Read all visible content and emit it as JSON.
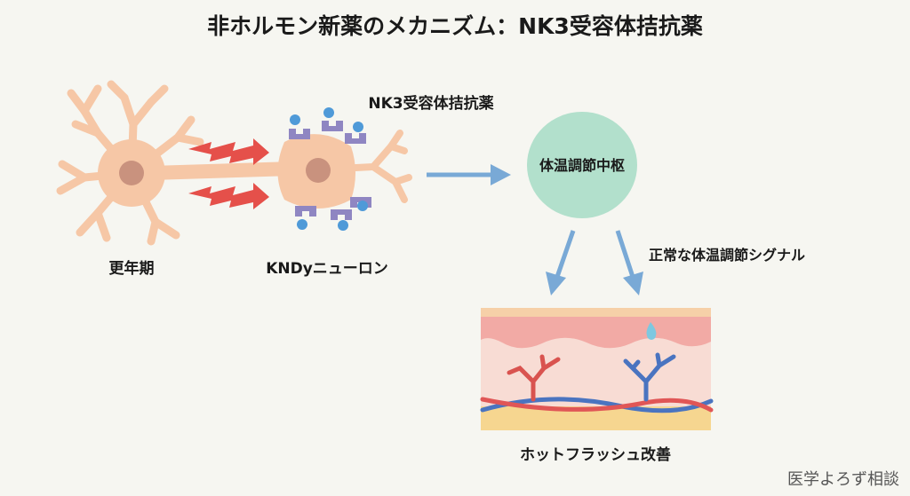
{
  "title": "非ホルモン新薬のメカニズム：NK3受容体拮抗薬",
  "labels": {
    "menopause": "更年期",
    "kndy_neuron": "KNDyニューロン",
    "antagonist": "NK3受容体拮抗薬",
    "thermo_center": "体温調節中枢",
    "normal_signal": "正常な体温調節シグナル",
    "hot_flash": "ホットフラッシュ改善"
  },
  "watermark": "医学よろず相談",
  "colors": {
    "neuron": "#f6c7a6",
    "nucleus": "#c9927e",
    "signal_arrow": "#e5504a",
    "flow_arrow": "#79a9d6",
    "receptor": "#8f86c2",
    "drug": "#4f9ad8",
    "center": "#b2e0cc"
  }
}
